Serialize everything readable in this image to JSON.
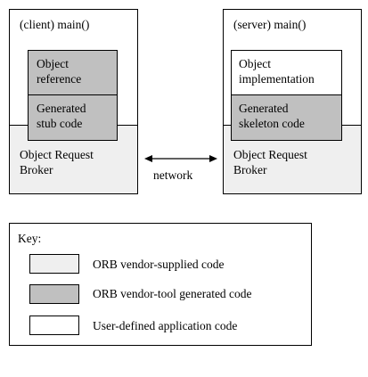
{
  "client": {
    "title": "(client) main()",
    "orb_label": "Object Request\nBroker",
    "ref_label": "Object\nreference",
    "stub_label": "Generated\nstub code"
  },
  "server": {
    "title": "(server) main()",
    "orb_label": "Object Request\nBroker",
    "impl_label": "Object\nimplementation",
    "skel_label": "Generated\nskeleton code"
  },
  "network_label": "network",
  "key": {
    "title": "Key:",
    "items": [
      {
        "label": "ORB vendor-supplied code",
        "color": "#efefef"
      },
      {
        "label": "ORB vendor-tool generated code",
        "color": "#c0c0c0"
      },
      {
        "label": "User-defined application code",
        "color": "#ffffff"
      }
    ]
  }
}
